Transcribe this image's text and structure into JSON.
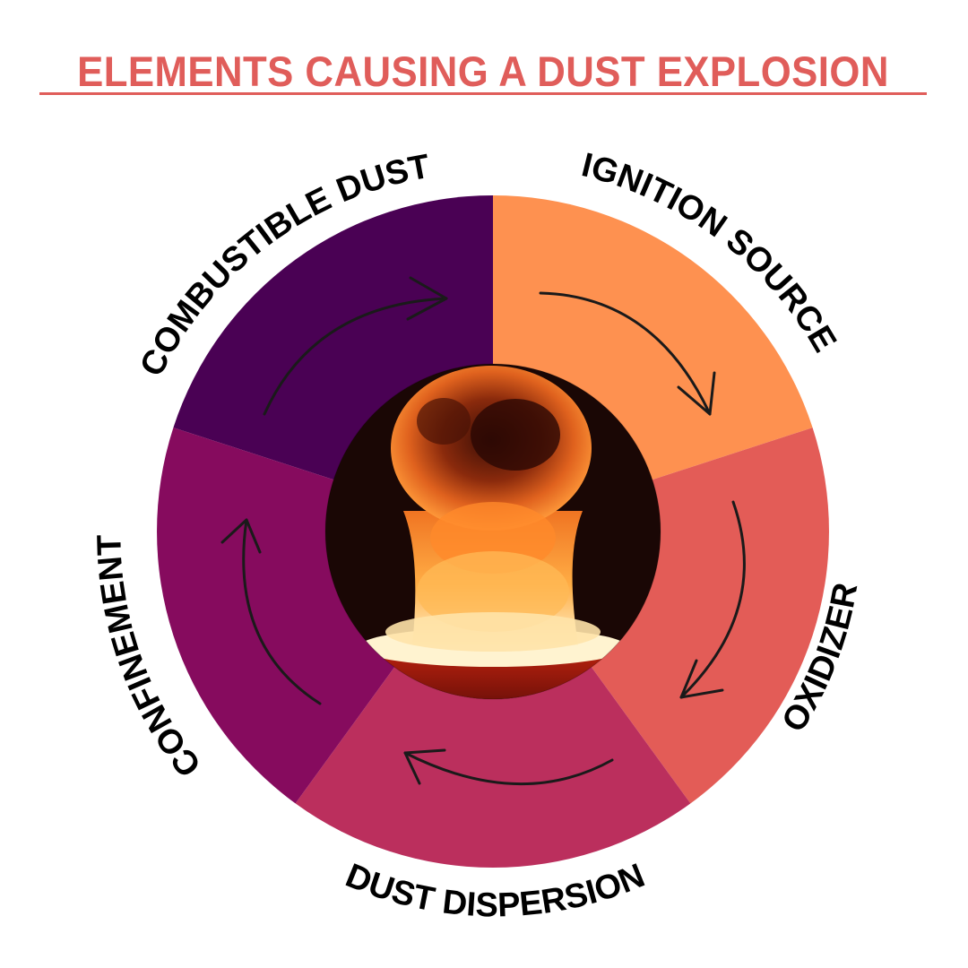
{
  "title": "ELEMENTS CAUSING A DUST EXPLOSION",
  "colors": {
    "title": "#e05d5a",
    "combustible_dust": "#4a0154",
    "ignition_source": "#fe9150",
    "oxidizer": "#e35c57",
    "dust_dispersion": "#bb2f5d",
    "confinement": "#860b5e",
    "arrows": "#1a1a1a",
    "labels": "#000000"
  },
  "center_image": {
    "description": "explosion-fireball-photo"
  },
  "segments": [
    {
      "label": "COMBUSTIBLE DUST",
      "color": "#4a0154"
    },
    {
      "label": "IGNITION SOURCE",
      "color": "#fe9150"
    },
    {
      "label": "OXIDIZER",
      "color": "#e35c57"
    },
    {
      "label": "DUST DISPERSION",
      "color": "#bb2f5d"
    },
    {
      "label": "CONFINEMENT",
      "color": "#860b5e"
    }
  ],
  "cycle_direction": "clockwise"
}
